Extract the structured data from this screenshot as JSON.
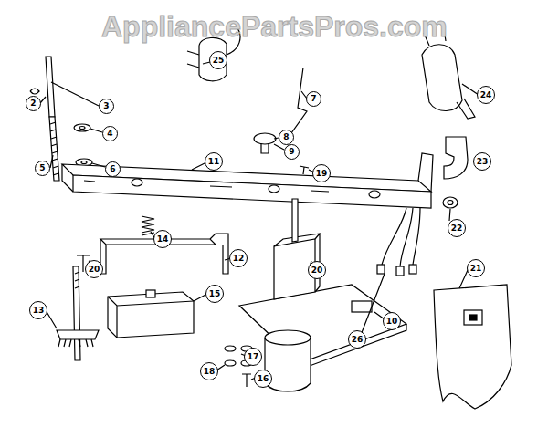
{
  "diagram": {
    "labels": [
      "AppliancePartsPros.com",
      "2",
      "3",
      "25",
      "7",
      "24",
      "4",
      "8",
      "9",
      "23",
      "5",
      "6",
      "11",
      "19",
      "22",
      "14",
      "12",
      "20",
      "20",
      "21",
      "15",
      "13",
      "10",
      "26",
      "17",
      "18",
      "16"
    ]
  }
}
